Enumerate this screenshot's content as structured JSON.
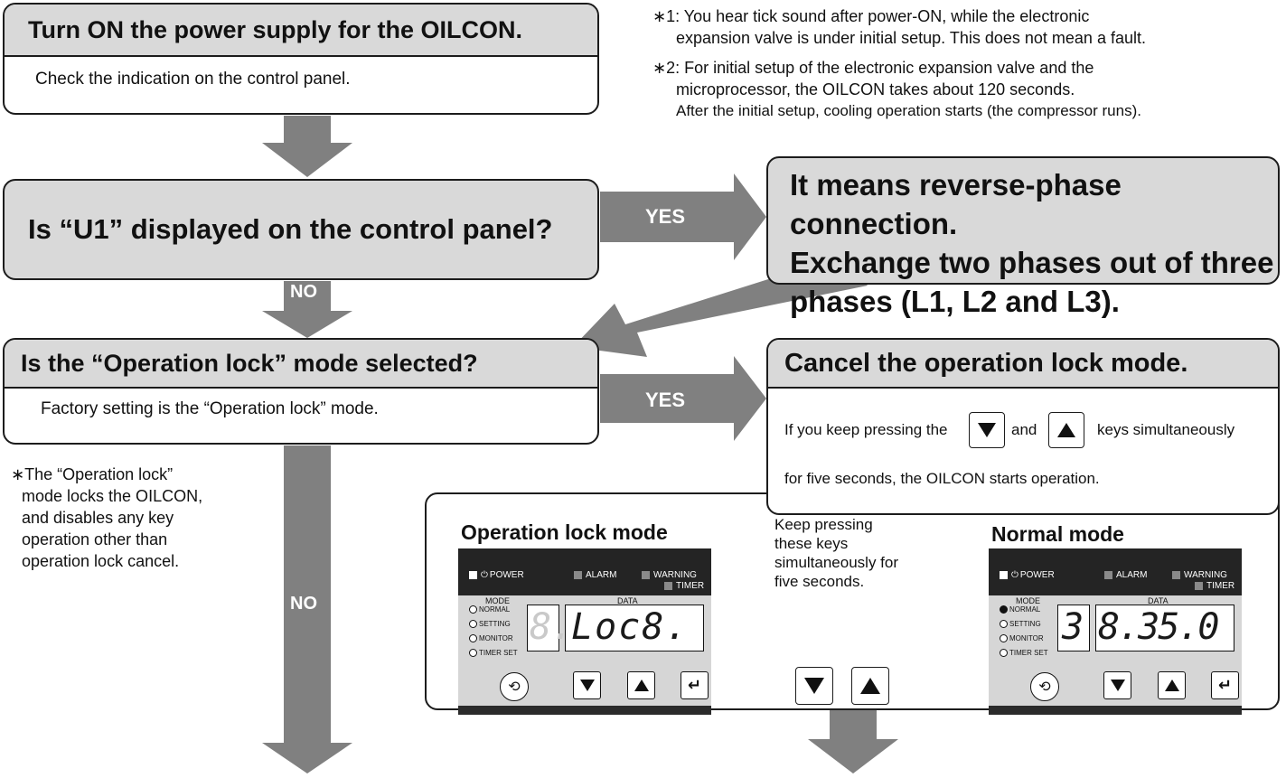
{
  "step1": {
    "title": "Turn ON the power supply for the OILCON.",
    "subtitle": "Check the indication on the control panel."
  },
  "notes": {
    "note1_line1": "∗1: You hear tick sound after power-ON, while the electronic",
    "note1_line2": "expansion valve is under initial setup. This does not mean a fault.",
    "note2_line1": "∗2: For initial setup of the electronic expansion valve and the",
    "note2_line2": "microprocessor, the OILCON takes about 120 seconds.",
    "note2_line3": "After the initial setup, cooling operation starts (the compressor runs)."
  },
  "step2": {
    "question": "Is “U1” displayed on the control panel?",
    "yes_label": "YES",
    "no_label": "NO"
  },
  "step2_yes": {
    "line1": "It means reverse-phase connection.",
    "line2": "Exchange two phases out of three",
    "line3": "phases (L1, L2 and L3)."
  },
  "step3": {
    "title": "Is the “Operation lock” mode selected?",
    "subtitle": "Factory setting is the “Operation lock” mode.",
    "yes_label": "YES",
    "no_label": "NO",
    "footnote": [
      "∗The “Operation lock”",
      "mode locks the OILCON,",
      "and disables any key",
      "operation other than",
      "operation lock cancel."
    ]
  },
  "step3_yes": {
    "title": "Cancel the operation lock mode.",
    "text_a": "If you keep pressing the",
    "text_b": "and",
    "text_c": "keys simultaneously",
    "text_d": "for five seconds, the OILCON starts operation."
  },
  "panels": {
    "lock_title": "Operation lock mode",
    "normal_title": "Normal mode",
    "instruction": [
      "Keep pressing",
      "these keys",
      "simultaneously for",
      "five seconds."
    ],
    "power": "POWER",
    "alarm": "ALARM",
    "warning": "WARNING",
    "timer": "TIMER",
    "mode_label": "MODE",
    "data_label": "DATA",
    "modes": [
      "NORMAL",
      "SETTING",
      "MONITOR",
      "TIMER SET"
    ],
    "lock_mode_digit": "8.",
    "lock_data": "Loc8.",
    "normal_mode_digit": "3",
    "normal_data": "8.35.0"
  },
  "colors": {
    "arrow": "#808080",
    "box_head": "#d9d9d9",
    "panel_dark": "#242424",
    "panel_face": "#d6d6d6"
  },
  "icons": [
    "down-arrow-key-icon",
    "up-arrow-key-icon",
    "enter-key-icon",
    "rotate-key-icon",
    "power-icon"
  ]
}
